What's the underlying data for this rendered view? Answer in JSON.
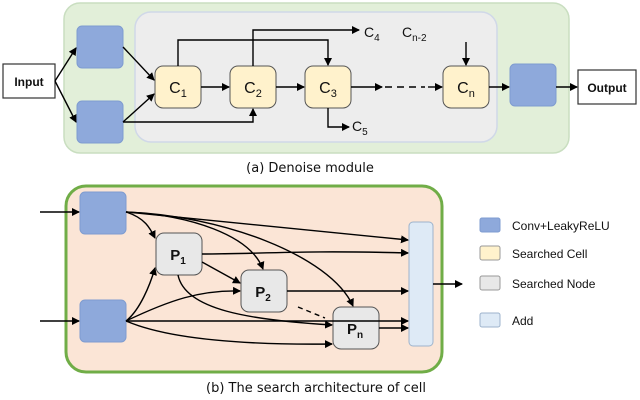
{
  "module_a": {
    "input_label": "Input",
    "output_label": "Output",
    "caption": "(a) Denoise module",
    "cells": [
      {
        "letter": "C",
        "sub": "1"
      },
      {
        "letter": "C",
        "sub": "2"
      },
      {
        "letter": "C",
        "sub": "3"
      },
      {
        "letter": "C",
        "sub": "n"
      }
    ],
    "side_outputs": [
      {
        "letter": "C",
        "sub": "4"
      },
      {
        "letter": "C",
        "sub": "5"
      },
      {
        "letter": "C",
        "sub": "n-2"
      }
    ]
  },
  "module_b": {
    "caption": "(b) The search architecture of cell",
    "nodes": [
      {
        "letter": "P",
        "sub": "1"
      },
      {
        "letter": "P",
        "sub": "2"
      },
      {
        "letter": "P",
        "sub": "n"
      }
    ]
  },
  "legend": [
    {
      "label": "Conv+LeakyReLU",
      "color": "#8EA9DB"
    },
    {
      "label": "Searched Cell",
      "color": "#FFF2CC"
    },
    {
      "label": "Searched Node",
      "color": "#E8E8E8"
    },
    {
      "label": "Add",
      "color": "#DEEAF6"
    }
  ],
  "colors": {
    "module_a_outer": "#E2EFD9",
    "module_a_inner": "#EDEDED",
    "module_b_bg": "#FBE5D6",
    "module_b_border": "#70AD47",
    "conv": "#8EA9DB",
    "cell": "#FFF2CC",
    "node": "#E8E8E8",
    "add": "#DEEAF6"
  }
}
